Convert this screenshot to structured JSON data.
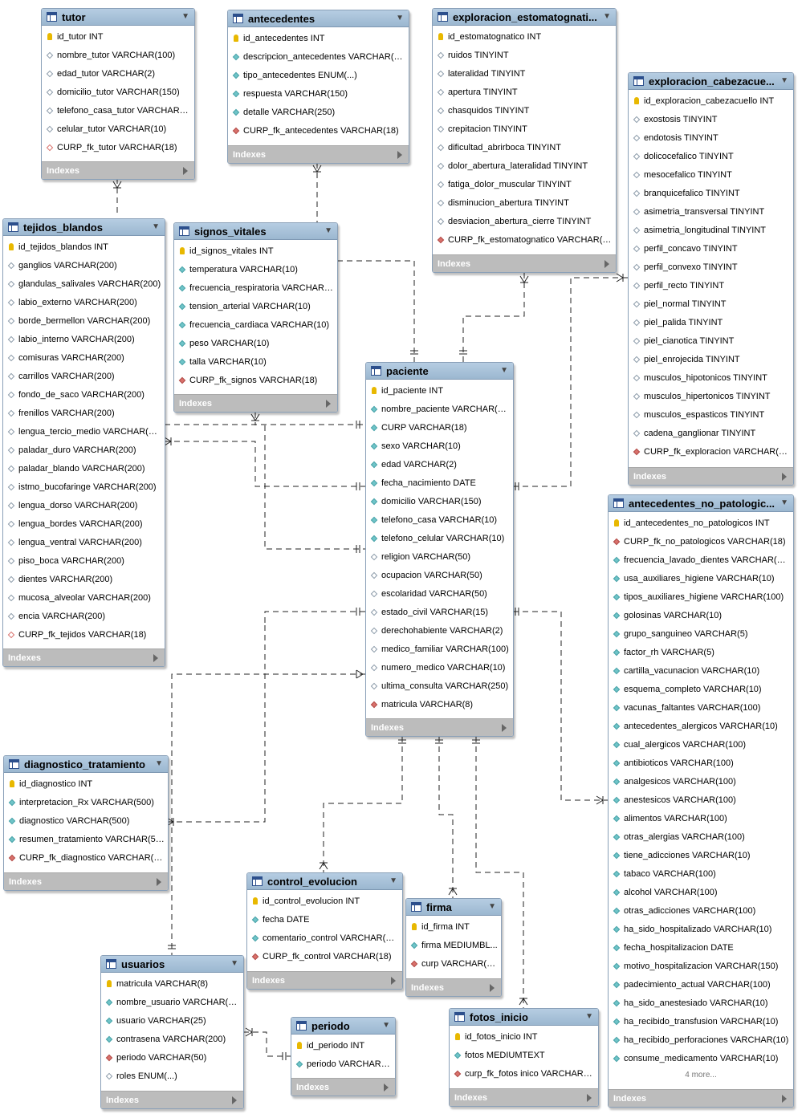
{
  "indexes_label": "Indexes",
  "more_label": "4 more...",
  "tables": [
    {
      "id": "tutor",
      "name": "tutor",
      "columns": [
        {
          "t": "pk",
          "text": "id_tutor INT"
        },
        {
          "t": "h",
          "text": "nombre_tutor VARCHAR(100)"
        },
        {
          "t": "h",
          "text": "edad_tutor VARCHAR(2)"
        },
        {
          "t": "h",
          "text": "domicilio_tutor VARCHAR(150)"
        },
        {
          "t": "h",
          "text": "telefono_casa_tutor VARCHAR(1..."
        },
        {
          "t": "h",
          "text": "celular_tutor VARCHAR(10)"
        },
        {
          "t": "fkh",
          "text": "CURP_fk_tutor VARCHAR(18)"
        }
      ]
    },
    {
      "id": "antecedentes",
      "name": "antecedentes",
      "columns": [
        {
          "t": "pk",
          "text": "id_antecedentes INT"
        },
        {
          "t": "f",
          "text": "descripcion_antecedentes VARCHAR(10..."
        },
        {
          "t": "f",
          "text": "tipo_antecedentes ENUM(...)"
        },
        {
          "t": "f",
          "text": "respuesta VARCHAR(150)"
        },
        {
          "t": "f",
          "text": "detalle VARCHAR(250)"
        },
        {
          "t": "fk",
          "text": "CURP_fk_antecedentes VARCHAR(18)"
        }
      ]
    },
    {
      "id": "estomat",
      "name": "exploracion_estomatognati...",
      "columns": [
        {
          "t": "pk",
          "text": "id_estomatognatico INT"
        },
        {
          "t": "h",
          "text": "ruidos TINYINT"
        },
        {
          "t": "h",
          "text": "lateralidad TINYINT"
        },
        {
          "t": "h",
          "text": "apertura TINYINT"
        },
        {
          "t": "h",
          "text": "chasquidos TINYINT"
        },
        {
          "t": "h",
          "text": "crepitacion TINYINT"
        },
        {
          "t": "h",
          "text": "dificultad_abrirboca TINYINT"
        },
        {
          "t": "h",
          "text": "dolor_abertura_lateralidad TINYINT"
        },
        {
          "t": "h",
          "text": "fatiga_dolor_muscular TINYINT"
        },
        {
          "t": "h",
          "text": "disminucion_abertura TINYINT"
        },
        {
          "t": "h",
          "text": "desviacion_abertura_cierre TINYINT"
        },
        {
          "t": "fk",
          "text": "CURP_fk_estomatognatico VARCHAR(18)"
        }
      ]
    },
    {
      "id": "cabeza",
      "name": "exploracion_cabezacue...",
      "columns": [
        {
          "t": "pk",
          "text": "id_exploracion_cabezacuello INT"
        },
        {
          "t": "h",
          "text": "exostosis TINYINT"
        },
        {
          "t": "h",
          "text": "endotosis TINYINT"
        },
        {
          "t": "h",
          "text": "dolicocefalico TINYINT"
        },
        {
          "t": "h",
          "text": "mesocefalico TINYINT"
        },
        {
          "t": "h",
          "text": "branquicefalico TINYINT"
        },
        {
          "t": "h",
          "text": "asimetria_transversal TINYINT"
        },
        {
          "t": "h",
          "text": "asimetria_longitudinal TINYINT"
        },
        {
          "t": "h",
          "text": "perfil_concavo TINYINT"
        },
        {
          "t": "h",
          "text": "perfil_convexo TINYINT"
        },
        {
          "t": "h",
          "text": "perfil_recto TINYINT"
        },
        {
          "t": "h",
          "text": "piel_normal TINYINT"
        },
        {
          "t": "h",
          "text": "piel_palida TINYINT"
        },
        {
          "t": "h",
          "text": "piel_cianotica TINYINT"
        },
        {
          "t": "h",
          "text": "piel_enrojecida TINYINT"
        },
        {
          "t": "h",
          "text": "musculos_hipotonicos TINYINT"
        },
        {
          "t": "h",
          "text": "musculos_hipertonicos TINYINT"
        },
        {
          "t": "h",
          "text": "musculos_espasticos TINYINT"
        },
        {
          "t": "h",
          "text": "cadena_ganglionar TINYINT"
        },
        {
          "t": "fk",
          "text": "CURP_fk_exploracion VARCHAR(18)"
        }
      ]
    },
    {
      "id": "tejidos",
      "name": "tejidos_blandos",
      "columns": [
        {
          "t": "pk",
          "text": "id_tejidos_blandos INT"
        },
        {
          "t": "h",
          "text": "ganglios VARCHAR(200)"
        },
        {
          "t": "h",
          "text": "glandulas_salivales VARCHAR(200)"
        },
        {
          "t": "h",
          "text": "labio_externo VARCHAR(200)"
        },
        {
          "t": "h",
          "text": "borde_bermellon VARCHAR(200)"
        },
        {
          "t": "h",
          "text": "labio_interno VARCHAR(200)"
        },
        {
          "t": "h",
          "text": "comisuras VARCHAR(200)"
        },
        {
          "t": "h",
          "text": "carrillos VARCHAR(200)"
        },
        {
          "t": "h",
          "text": "fondo_de_saco VARCHAR(200)"
        },
        {
          "t": "h",
          "text": "frenillos VARCHAR(200)"
        },
        {
          "t": "h",
          "text": "lengua_tercio_medio VARCHAR(20..."
        },
        {
          "t": "h",
          "text": "paladar_duro VARCHAR(200)"
        },
        {
          "t": "h",
          "text": "paladar_blando VARCHAR(200)"
        },
        {
          "t": "h",
          "text": "istmo_bucofaringe VARCHAR(200)"
        },
        {
          "t": "h",
          "text": "lengua_dorso VARCHAR(200)"
        },
        {
          "t": "h",
          "text": "lengua_bordes VARCHAR(200)"
        },
        {
          "t": "h",
          "text": "lengua_ventral VARCHAR(200)"
        },
        {
          "t": "h",
          "text": "piso_boca VARCHAR(200)"
        },
        {
          "t": "h",
          "text": "dientes VARCHAR(200)"
        },
        {
          "t": "h",
          "text": "mucosa_alveolar VARCHAR(200)"
        },
        {
          "t": "h",
          "text": "encia VARCHAR(200)"
        },
        {
          "t": "fkh",
          "text": "CURP_fk_tejidos VARCHAR(18)"
        }
      ]
    },
    {
      "id": "signos",
      "name": "signos_vitales",
      "columns": [
        {
          "t": "pk",
          "text": "id_signos_vitales INT"
        },
        {
          "t": "f",
          "text": "temperatura VARCHAR(10)"
        },
        {
          "t": "f",
          "text": "frecuencia_respiratoria VARCHAR(1..."
        },
        {
          "t": "f",
          "text": "tension_arterial VARCHAR(10)"
        },
        {
          "t": "f",
          "text": "frecuencia_cardiaca VARCHAR(10)"
        },
        {
          "t": "f",
          "text": "peso VARCHAR(10)"
        },
        {
          "t": "f",
          "text": "talla VARCHAR(10)"
        },
        {
          "t": "fk",
          "text": "CURP_fk_signos VARCHAR(18)"
        }
      ]
    },
    {
      "id": "paciente",
      "name": "paciente",
      "columns": [
        {
          "t": "pk",
          "text": "id_paciente INT"
        },
        {
          "t": "f",
          "text": "nombre_paciente VARCHAR(10..."
        },
        {
          "t": "f",
          "text": "CURP VARCHAR(18)"
        },
        {
          "t": "f",
          "text": "sexo VARCHAR(10)"
        },
        {
          "t": "f",
          "text": "edad VARCHAR(2)"
        },
        {
          "t": "f",
          "text": "fecha_nacimiento DATE"
        },
        {
          "t": "f",
          "text": "domicilio VARCHAR(150)"
        },
        {
          "t": "f",
          "text": "telefono_casa VARCHAR(10)"
        },
        {
          "t": "f",
          "text": "telefono_celular VARCHAR(10)"
        },
        {
          "t": "h",
          "text": "religion VARCHAR(50)"
        },
        {
          "t": "h",
          "text": "ocupacion VARCHAR(50)"
        },
        {
          "t": "h",
          "text": "escolaridad VARCHAR(50)"
        },
        {
          "t": "h",
          "text": "estado_civil VARCHAR(15)"
        },
        {
          "t": "h",
          "text": "derechohabiente VARCHAR(2)"
        },
        {
          "t": "h",
          "text": "medico_familiar VARCHAR(100)"
        },
        {
          "t": "h",
          "text": "numero_medico VARCHAR(10)"
        },
        {
          "t": "h",
          "text": "ultima_consulta VARCHAR(250)"
        },
        {
          "t": "fk",
          "text": "matricula VARCHAR(8)"
        }
      ]
    },
    {
      "id": "nopat",
      "name": "antecedentes_no_patologic...",
      "more": true,
      "columns": [
        {
          "t": "pk",
          "text": "id_antecedentes_no_patologicos INT"
        },
        {
          "t": "fk",
          "text": "CURP_fk_no_patologicos VARCHAR(18)"
        },
        {
          "t": "f",
          "text": "frecuencia_lavado_dientes VARCHAR(100)"
        },
        {
          "t": "f",
          "text": "usa_auxiliares_higiene VARCHAR(10)"
        },
        {
          "t": "f",
          "text": "tipos_auxiliares_higiene VARCHAR(100)"
        },
        {
          "t": "f",
          "text": "golosinas VARCHAR(10)"
        },
        {
          "t": "f",
          "text": "grupo_sanguineo VARCHAR(5)"
        },
        {
          "t": "f",
          "text": "factor_rh VARCHAR(5)"
        },
        {
          "t": "f",
          "text": "cartilla_vacunacion VARCHAR(10)"
        },
        {
          "t": "f",
          "text": "esquema_completo VARCHAR(10)"
        },
        {
          "t": "f",
          "text": "vacunas_faltantes VARCHAR(100)"
        },
        {
          "t": "f",
          "text": "antecedentes_alergicos VARCHAR(10)"
        },
        {
          "t": "f",
          "text": "cual_alergicos VARCHAR(100)"
        },
        {
          "t": "f",
          "text": "antibioticos VARCHAR(100)"
        },
        {
          "t": "f",
          "text": "analgesicos VARCHAR(100)"
        },
        {
          "t": "f",
          "text": "anestesicos VARCHAR(100)"
        },
        {
          "t": "f",
          "text": "alimentos VARCHAR(100)"
        },
        {
          "t": "f",
          "text": "otras_alergias VARCHAR(100)"
        },
        {
          "t": "f",
          "text": "tiene_adicciones VARCHAR(10)"
        },
        {
          "t": "f",
          "text": "tabaco VARCHAR(100)"
        },
        {
          "t": "f",
          "text": "alcohol VARCHAR(100)"
        },
        {
          "t": "f",
          "text": "otras_adicciones VARCHAR(100)"
        },
        {
          "t": "f",
          "text": "ha_sido_hospitalizado VARCHAR(10)"
        },
        {
          "t": "f",
          "text": "fecha_hospitalizacion DATE"
        },
        {
          "t": "f",
          "text": "motivo_hospitalizacion VARCHAR(150)"
        },
        {
          "t": "f",
          "text": "padecimiento_actual VARCHAR(100)"
        },
        {
          "t": "f",
          "text": "ha_sido_anestesiado VARCHAR(10)"
        },
        {
          "t": "f",
          "text": "ha_recibido_transfusion VARCHAR(10)"
        },
        {
          "t": "f",
          "text": "ha_recibido_perforaciones VARCHAR(10)"
        },
        {
          "t": "f",
          "text": "consume_medicamento VARCHAR(10)"
        }
      ]
    },
    {
      "id": "diag",
      "name": "diagnostico_tratamiento",
      "columns": [
        {
          "t": "pk",
          "text": "id_diagnostico INT"
        },
        {
          "t": "f",
          "text": "interpretacion_Rx VARCHAR(500)"
        },
        {
          "t": "f",
          "text": "diagnostico VARCHAR(500)"
        },
        {
          "t": "f",
          "text": "resumen_tratamiento VARCHAR(50..."
        },
        {
          "t": "fk",
          "text": "CURP_fk_diagnostico VARCHAR(18)"
        }
      ]
    },
    {
      "id": "control",
      "name": "control_evolucion",
      "columns": [
        {
          "t": "pk",
          "text": "id_control_evolucion INT"
        },
        {
          "t": "f",
          "text": "fecha DATE"
        },
        {
          "t": "f",
          "text": "comentario_control VARCHAR(50..."
        },
        {
          "t": "fk",
          "text": "CURP_fk_control VARCHAR(18)"
        }
      ]
    },
    {
      "id": "firma",
      "name": "firma",
      "columns": [
        {
          "t": "pk",
          "text": "id_firma INT"
        },
        {
          "t": "f",
          "text": "firma MEDIUMBL..."
        },
        {
          "t": "fk",
          "text": "curp VARCHAR(18)"
        }
      ]
    },
    {
      "id": "usuarios",
      "name": "usuarios",
      "columns": [
        {
          "t": "pk",
          "text": "matricula VARCHAR(8)"
        },
        {
          "t": "f",
          "text": "nombre_usuario VARCHAR(10..."
        },
        {
          "t": "f",
          "text": "usuario VARCHAR(25)"
        },
        {
          "t": "f",
          "text": "contrasena VARCHAR(200)"
        },
        {
          "t": "fk",
          "text": "periodo VARCHAR(50)"
        },
        {
          "t": "h",
          "text": "roles ENUM(...)"
        }
      ]
    },
    {
      "id": "periodo",
      "name": "periodo",
      "columns": [
        {
          "t": "pk",
          "text": "id_periodo INT"
        },
        {
          "t": "f",
          "text": "periodo VARCHAR(5..."
        }
      ]
    },
    {
      "id": "fotos",
      "name": "fotos_inicio",
      "columns": [
        {
          "t": "pk",
          "text": "id_fotos_inicio INT"
        },
        {
          "t": "f",
          "text": "fotos MEDIUMTEXT"
        },
        {
          "t": "fk",
          "text": "curp_fk_fotos inico VARCHAR(1..."
        }
      ]
    }
  ]
}
